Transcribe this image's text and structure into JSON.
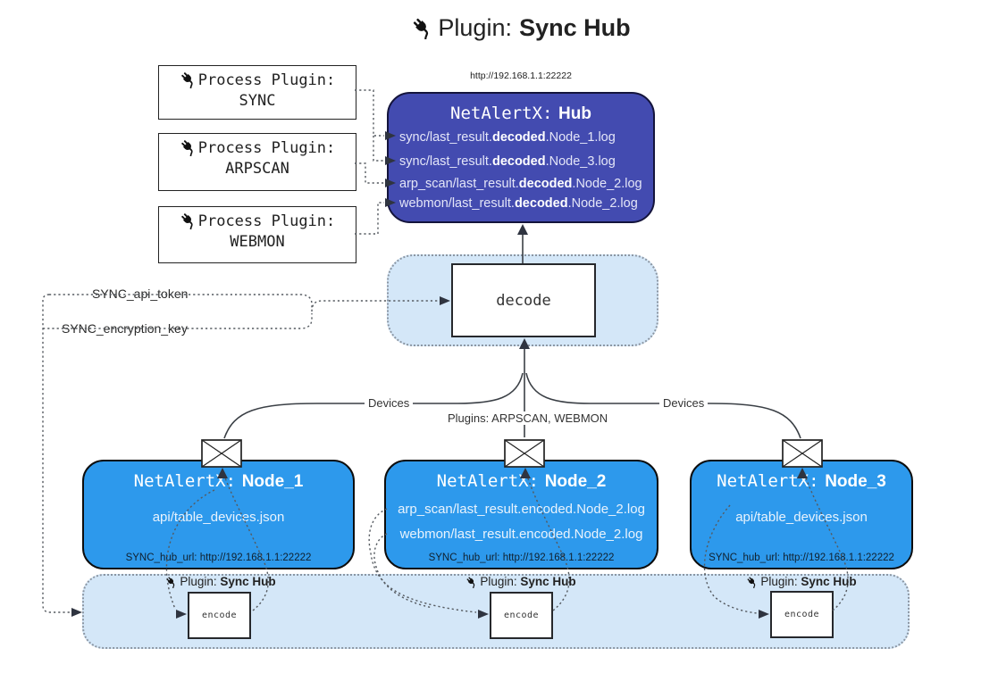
{
  "title": {
    "icon": "plug-icon",
    "prefix": "Plugin:",
    "name": "Sync Hub"
  },
  "process_plugins": [
    {
      "label": "Process Plugin:",
      "name": "SYNC"
    },
    {
      "label": "Process Plugin:",
      "name": "ARPSCAN"
    },
    {
      "label": "Process Plugin:",
      "name": "WEBMON"
    }
  ],
  "hub": {
    "url": "http://192.168.1.1:22222",
    "title_prefix": "NetAlertX:",
    "title_name": "Hub",
    "logs": [
      {
        "pre": "sync/last_result.",
        "bold": "decoded",
        "post": ".Node_1.log"
      },
      {
        "pre": "sync/last_result.",
        "bold": "decoded",
        "post": ".Node_3.log"
      },
      {
        "pre": "arp_scan/last_result.",
        "bold": "decoded",
        "post": ".Node_2.log"
      },
      {
        "pre": "webmon/last_result.",
        "bold": "decoded",
        "post": ".Node_2.log"
      }
    ]
  },
  "decode": {
    "label": "decode"
  },
  "settings": {
    "api_token": "SYNC_api_token",
    "encryption_key": "SYNC_encryption_key"
  },
  "edge_labels": {
    "left": "Devices",
    "middle": "Plugins: ARPSCAN, WEBMON",
    "right": "Devices"
  },
  "nodes": [
    {
      "title_prefix": "NetAlertX:",
      "title_name": "Node_1",
      "files": [
        "api/table_devices.json"
      ],
      "hub_url": "SYNC_hub_url: http://192.168.1.1:22222"
    },
    {
      "title_prefix": "NetAlertX:",
      "title_name": "Node_2",
      "files": [
        "arp_scan/last_result.encoded.Node_2.log",
        "webmon/last_result.encoded.Node_2.log"
      ],
      "hub_url": "SYNC_hub_url: http://192.168.1.1:22222"
    },
    {
      "title_prefix": "NetAlertX:",
      "title_name": "Node_3",
      "files": [
        "api/table_devices.json"
      ],
      "hub_url": "SYNC_hub_url: http://192.168.1.1:22222"
    }
  ],
  "encoder": {
    "plugin_prefix": "Plugin:",
    "plugin_name": "Sync Hub",
    "box_label": "encode"
  },
  "colors": {
    "hub_fill": "#434bb0",
    "hub_border": "#14143c",
    "node_fill": "#2d99ec",
    "node_border": "#0d0d0d",
    "panel_fill": "#d4e7f8",
    "panel_border": "#8b96a3",
    "hub_text": "#e4e6f8",
    "node_text": "#e9f3fd",
    "line": "#3a3f45"
  }
}
